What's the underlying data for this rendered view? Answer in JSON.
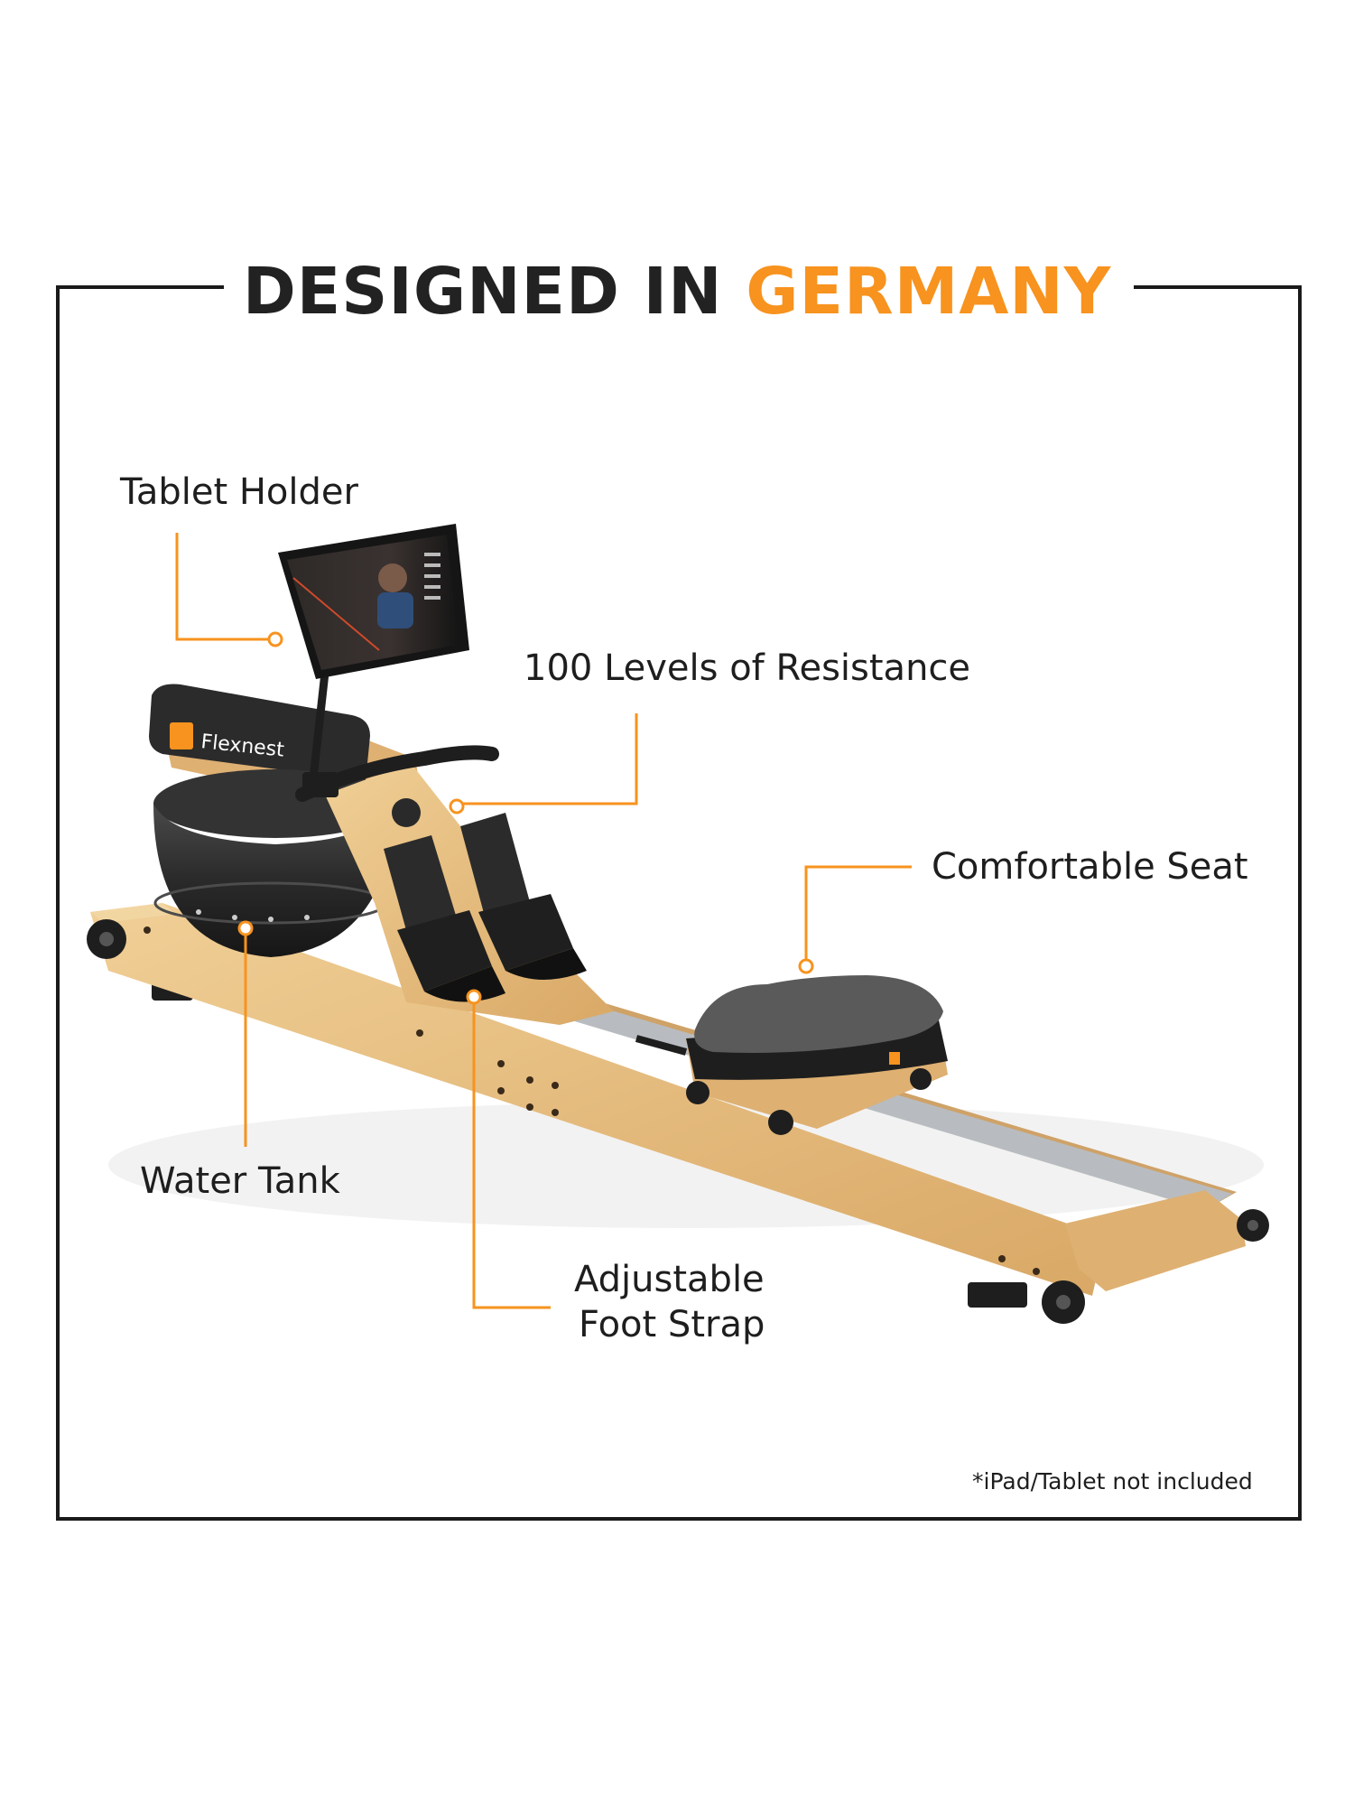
{
  "headline": {
    "part1": "DESIGNED IN",
    "part2": "GERMANY"
  },
  "brand": "Flexnest",
  "callouts": {
    "tablet_holder": "Tablet Holder",
    "resistance": "100 Levels of Resistance",
    "seat": "Comfortable Seat",
    "water_tank": "Water Tank",
    "foot_strap_line1": "Adjustable",
    "foot_strap_line2": "Foot Strap"
  },
  "footnote": "*iPad/Tablet not included",
  "colors": {
    "accent": "#f7931e",
    "text": "#222222",
    "frame": "#1a1a1a",
    "wood": "#e2b87a",
    "dark": "#2b2b2b"
  }
}
